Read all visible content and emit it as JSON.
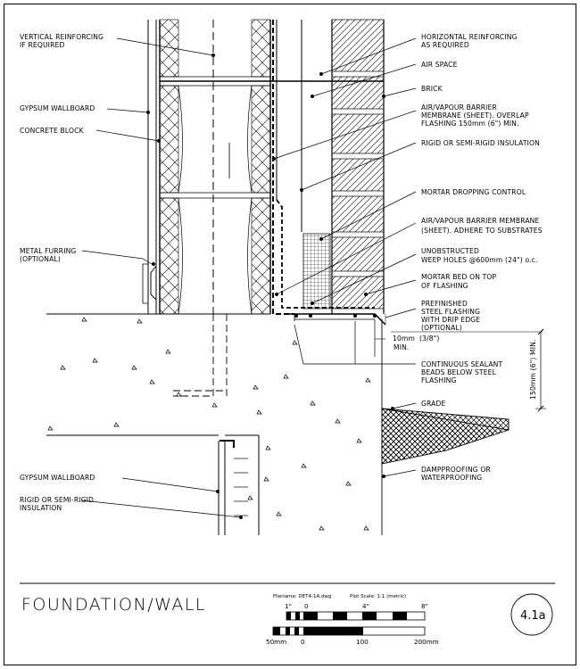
{
  "labels_left": {
    "vertical_reinforcing": [
      "VERTICAL REINFORCING",
      "IF REQUIRED"
    ],
    "gypsum_top": [
      "GYPSUM WALLBOARD"
    ],
    "concrete_block": [
      "CONCRETE BLOCK"
    ],
    "metal_furring": [
      "METAL FURRING",
      "(OPTIONAL)"
    ],
    "gypsum_bottom": [
      "GYPSUM WALLBOARD"
    ],
    "rigid_bottom": [
      "RIGID OR SEMI-RIGID",
      "INSULATION"
    ]
  },
  "labels_right": {
    "horizontal_reinforcing": [
      "HORIZONTAL REINFORCING",
      "AS REQUIRED"
    ],
    "air_space": [
      "AIR SPACE"
    ],
    "brick": [
      "BRICK"
    ],
    "air_barrier_sheet": [
      "AIR/VAPOUR BARRIER",
      "MEMBRANE (SHEET). OVERLAP",
      "FLASHING 150mm (6\") MIN."
    ],
    "rigid_insulation": [
      "RIGID OR SEMI-RIGID INSULATION"
    ],
    "mortar_dropping": [
      "MORTAR DROPPING CONTROL"
    ],
    "air_barrier_adhere": [
      "AIR/VAPOUR BARRIER MEMBRANE",
      "(SHEET). ADHERE TO SUBSTRATES"
    ],
    "weep_holes": [
      "UNOBSTRUCTED",
      "WEEP HOLES @600mm (24\") o.c."
    ],
    "mortar_bed": [
      "MORTAR BED ON TOP",
      "OF FLASHING"
    ],
    "steel_flashing": [
      "PREFINISHED",
      "STEEL FLASHING",
      "WITH DRIP EDGE",
      "(OPTIONAL)"
    ],
    "sealant": [
      "CONTINUOUS SEALANT",
      "BEADS BELOW STEEL",
      "FLASHING"
    ],
    "grade": [
      "GRADE"
    ],
    "dampproofing": [
      "DAMPPROOFING OR",
      "WATERPROOFING"
    ]
  },
  "dimensions": {
    "drip_min": [
      "10mm",
      "MIN."
    ],
    "drip_in": "(3/8\")",
    "height_min": "150mm (6\") MIN."
  },
  "title_block": {
    "title": "FOUNDATION/WALL",
    "filename": "Filename: DET4-1A.dwg",
    "plot_scale": "Plot Scale: 1:1 (metric)",
    "imperial_ticks": [
      "1\"",
      "0",
      "4\"",
      "8\""
    ],
    "metric_ticks": [
      "50mm",
      "0",
      "100",
      "200mm"
    ],
    "detail_number": "4.1a"
  }
}
